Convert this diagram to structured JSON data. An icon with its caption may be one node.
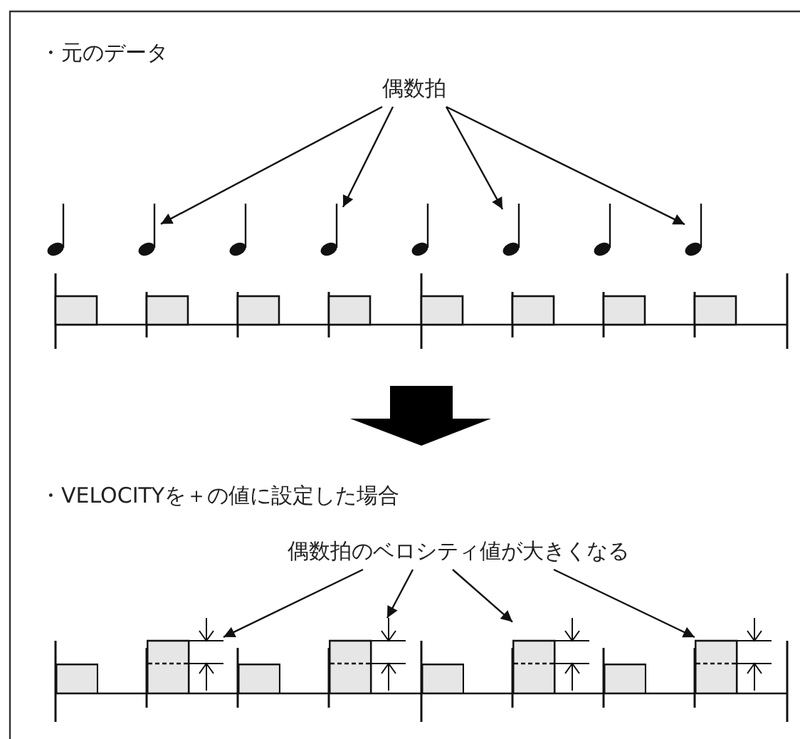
{
  "diagram": {
    "nodes": [
      {
        "text": [
          "偶数拍"
        ]
      },
      {
        "text": [],
        "shape": "note"
      },
      {
        "text": [],
        "shape": "note"
      },
      {
        "text": [],
        "shape": "note"
      },
      {
        "text": [],
        "shape": "note"
      },
      {
        "text": [],
        "shape": "note"
      },
      {
        "text": [],
        "shape": "note"
      },
      {
        "text": [],
        "shape": "note"
      },
      {
        "text": [],
        "shape": "note"
      },
      {
        "text": [
          "偶数拍のベロシティ値が大きくなる"
        ]
      },
      {
        "text": [],
        "shape": "bar"
      },
      {
        "text": [],
        "shape": "bar"
      },
      {
        "text": [],
        "shape": "bar"
      },
      {
        "text": [],
        "shape": "bar"
      },
      {
        "text": [],
        "shape": "bar"
      },
      {
        "text": [],
        "shape": "bar"
      },
      {
        "text": [],
        "shape": "bar"
      },
      {
        "text": [],
        "shape": "bar"
      }
    ],
    "edges": [
      {
        "from": 0,
        "to": 2,
        "arrow": "to"
      },
      {
        "from": 0,
        "to": 4,
        "arrow": "to"
      },
      {
        "from": 0,
        "to": 6,
        "arrow": "to"
      },
      {
        "from": 0,
        "to": 8,
        "arrow": "to"
      },
      {
        "from": 9,
        "to": 11,
        "arrow": "to"
      },
      {
        "from": 9,
        "to": 13,
        "arrow": "to"
      },
      {
        "from": 9,
        "to": 15,
        "arrow": "to"
      },
      {
        "from": 9,
        "to": 17,
        "arrow": "to"
      }
    ],
    "labels": [
      "・元のデータ",
      "・VELOCITYを＋の値に設定した場合"
    ]
  }
}
